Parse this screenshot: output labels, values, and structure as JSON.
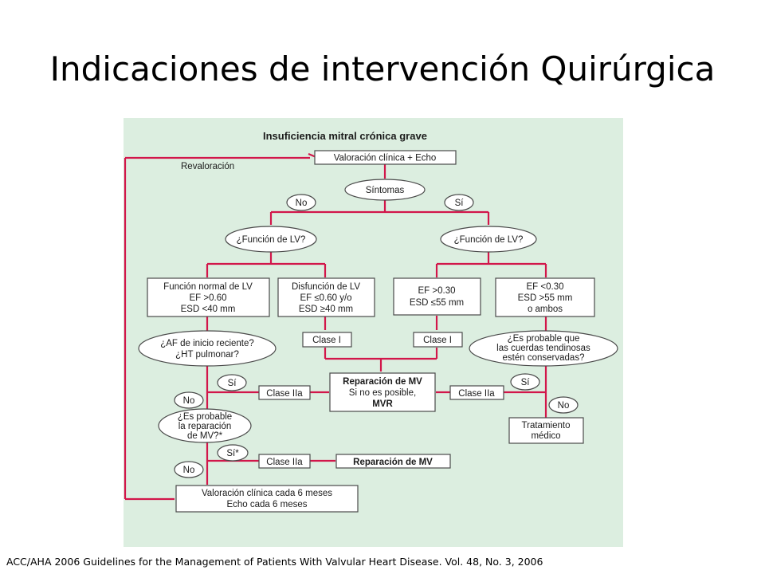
{
  "slide_title": "Indicaciones de intervención Quirúrgica",
  "caption": "ACC/AHA 2006 Guidelines for the Management of Patients With Valvular Heart Disease. Vol. 48, No. 3, 2006",
  "colors": {
    "line": "#d2164a",
    "panel": "#dceee0",
    "box_border": "#4a4a4a"
  },
  "flowchart": {
    "title": "Insuficiencia mitral crónica grave",
    "revaloracion": "Revaloración",
    "valoracion": "Valoración clínica + Echo",
    "sintomas": "Síntomas",
    "no_top": "No",
    "si_top": "Sí",
    "funcion_lv_left": "¿Función de LV?",
    "funcion_lv_right": "¿Función de LV?",
    "normal_lv": [
      "Función normal de LV",
      "EF >0.60",
      "ESD <40 mm"
    ],
    "disfuncion_lv": [
      "Disfunción de LV",
      "EF ≤0.60 y/o",
      "ESD ≥40 mm"
    ],
    "ef_030": [
      "EF >0.30",
      "ESD ≤55 mm"
    ],
    "ef_lt030": [
      "EF <0.30",
      "ESD >55 mm",
      "o ambos"
    ],
    "clase_i_a": "Clase I",
    "clase_i_b": "Clase I",
    "af_question": [
      "¿AF de inicio reciente?",
      "¿HT pulmonar?"
    ],
    "cuerdas_question": [
      "¿Es probable que",
      "las cuerdas tendinosas",
      "estén conservadas?"
    ],
    "reparacion_mv_box": [
      "Reparación de MV",
      "Si no es posible,",
      "MVR"
    ],
    "si_left": "Sí",
    "clase_iia_left": "Clase IIa",
    "clase_iia_right": "Clase IIa",
    "si_right": "Sí",
    "no_mid": "No",
    "no_right": "No",
    "tratamiento": [
      "Tratamiento",
      "médico"
    ],
    "reparacion_question": [
      "¿Es probable",
      "la reparación",
      "de MV?*"
    ],
    "si_star": "Sí*",
    "clase_iia_bottom": "Clase IIa",
    "reparacion_mv_simple": "Reparación de MV",
    "no_bottom": "No",
    "valoracion_6m": [
      "Valoración clínica cada 6 meses",
      "Echo cada 6 meses"
    ]
  }
}
